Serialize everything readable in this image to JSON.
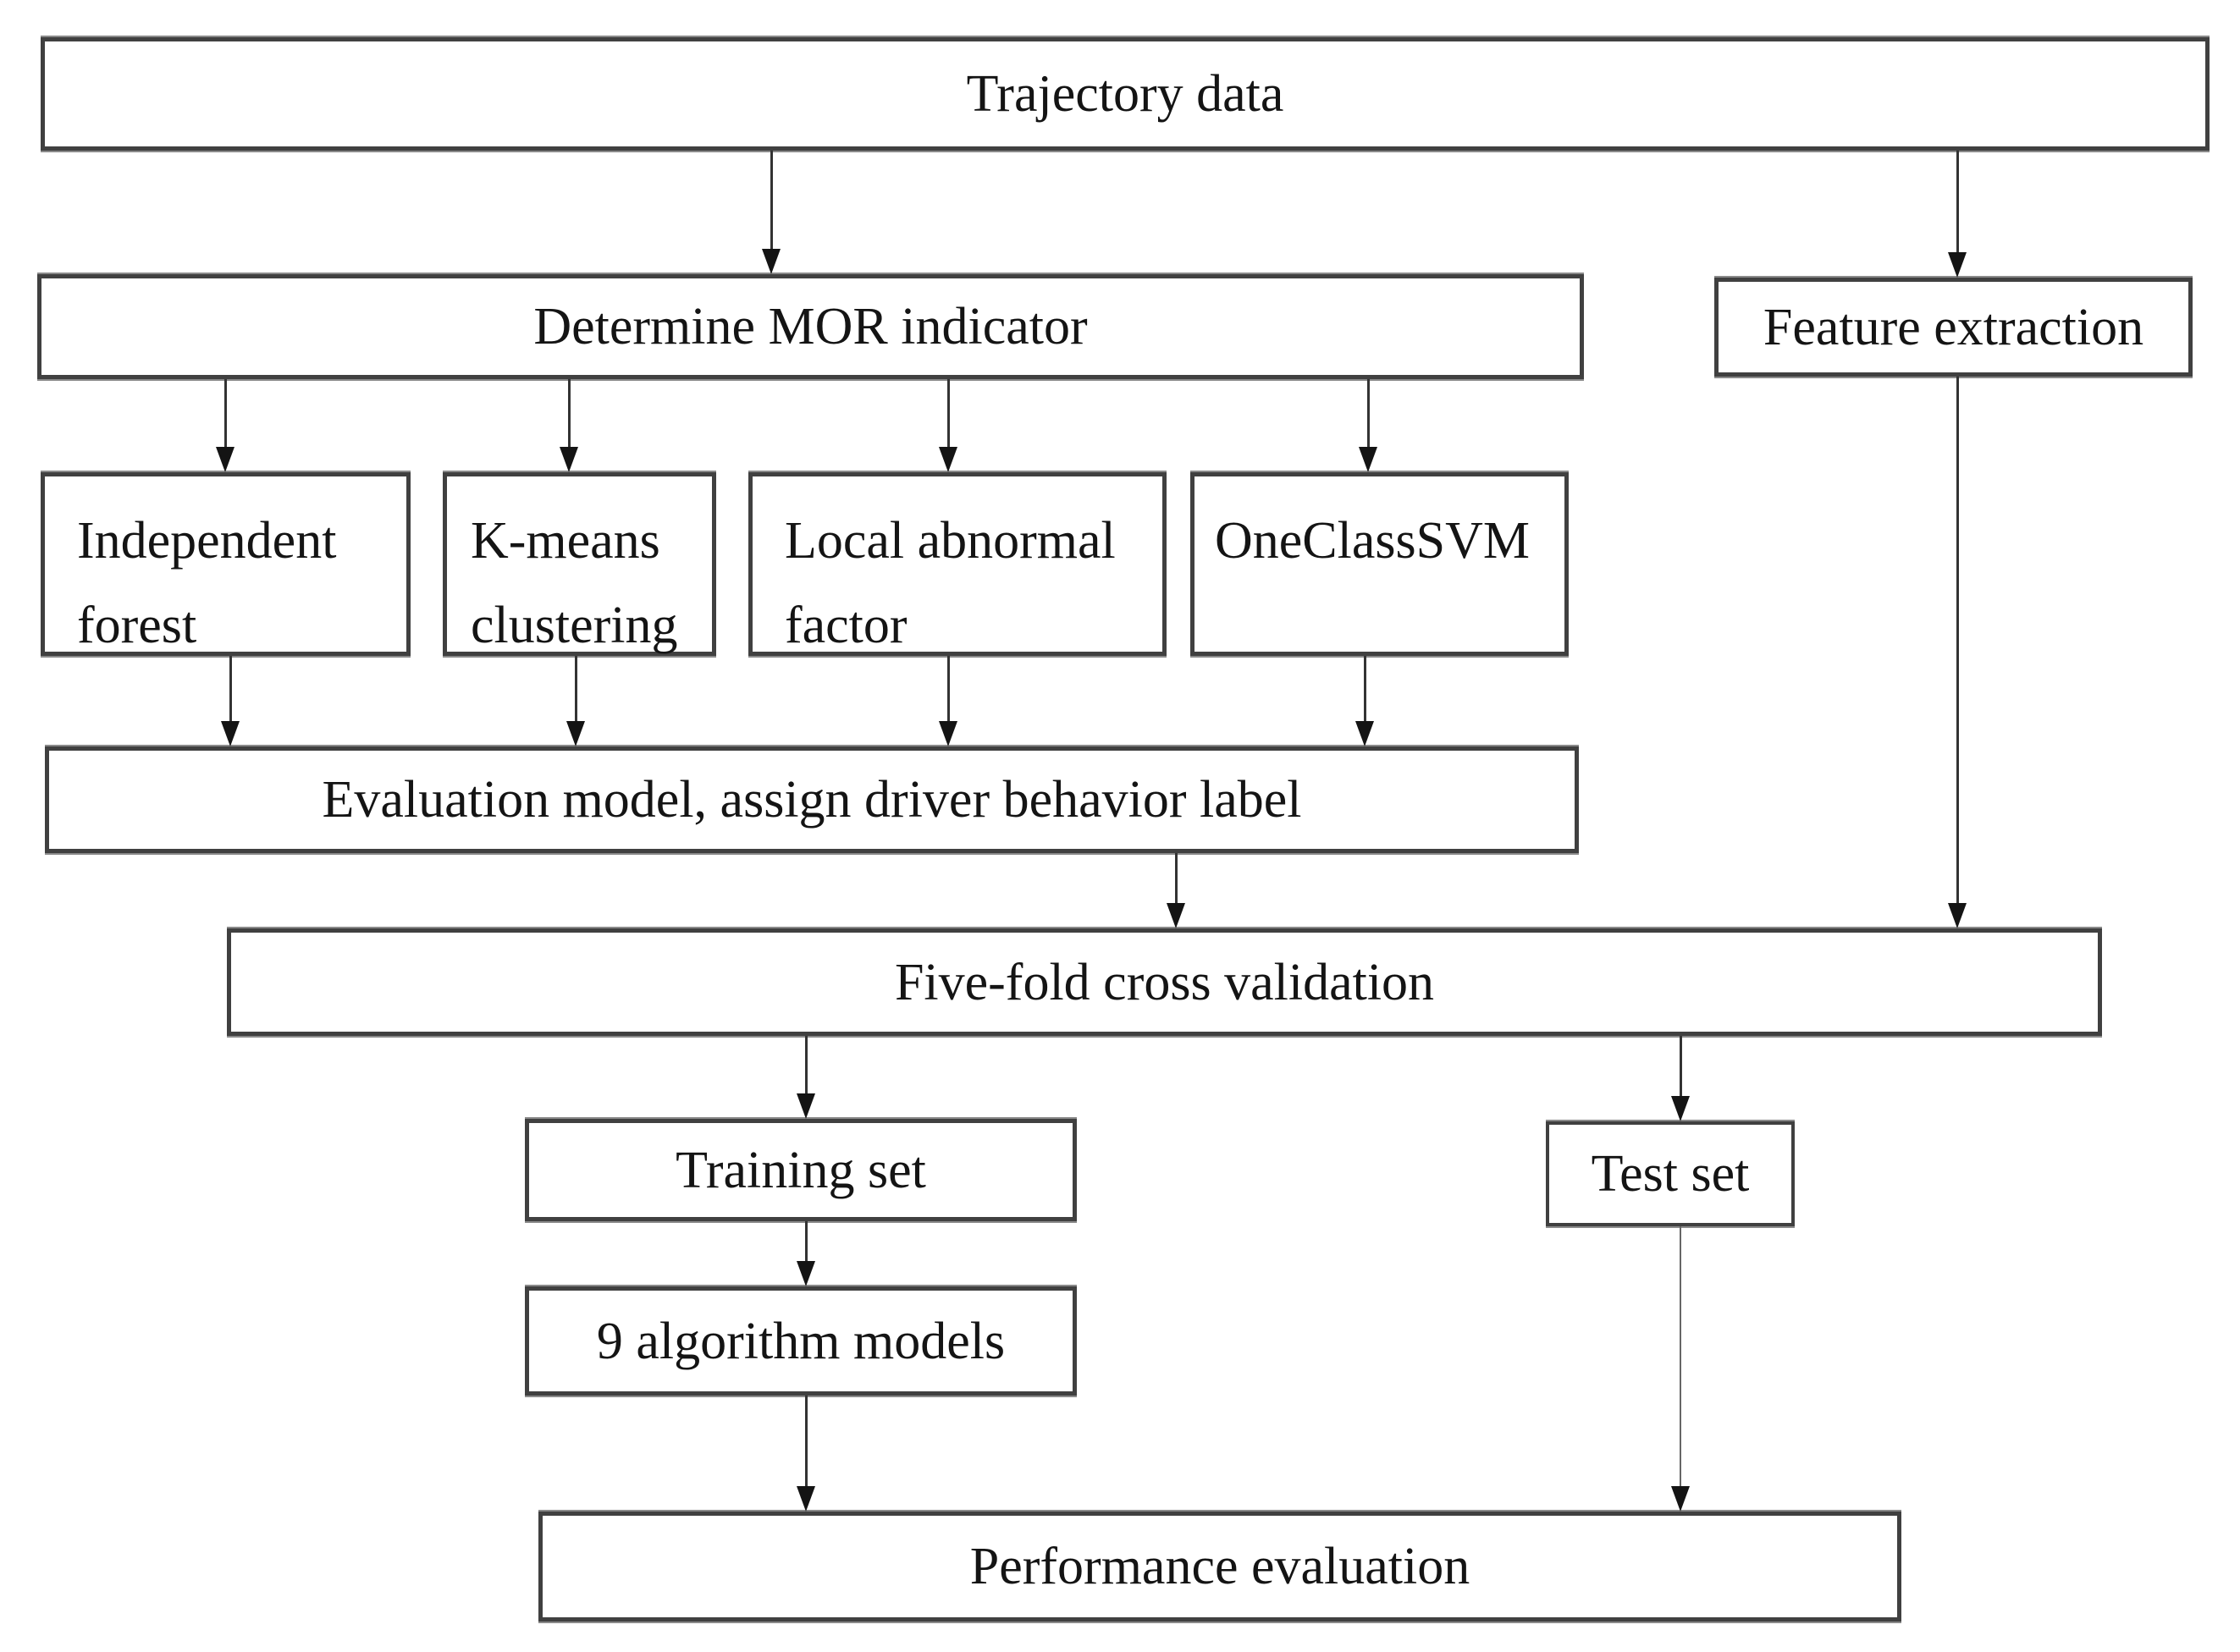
{
  "diagram": {
    "type": "flowchart",
    "nodes": {
      "trajectory_data": "Trajectory data",
      "determine_mor": "Determine MOR indicator",
      "feature_extraction": "Feature extraction",
      "independent_forest": "Independent forest",
      "kmeans_clustering": "K-means clustering",
      "local_abnormal_factor": "Local abnormal factor",
      "oneclasssvm": "OneClassSVM",
      "evaluation_model": "Evaluation model, assign driver behavior label",
      "five_fold": "Five-fold cross validation",
      "training_set": "Training set",
      "test_set": "Test set",
      "nine_algorithm_models": "9 algorithm models",
      "performance_evaluation": "Performance evaluation"
    },
    "edges": [
      {
        "from": "trajectory-data",
        "to": "determine-mor-indicator"
      },
      {
        "from": "trajectory-data",
        "to": "feature-extraction"
      },
      {
        "from": "determine-mor-indicator",
        "to": "independent-forest"
      },
      {
        "from": "determine-mor-indicator",
        "to": "k-means-clustering"
      },
      {
        "from": "determine-mor-indicator",
        "to": "local-abnormal-factor"
      },
      {
        "from": "determine-mor-indicator",
        "to": "oneclasssvm"
      },
      {
        "from": "independent-forest",
        "to": "evaluation-model"
      },
      {
        "from": "k-means-clustering",
        "to": "evaluation-model"
      },
      {
        "from": "local-abnormal-factor",
        "to": "evaluation-model"
      },
      {
        "from": "oneclasssvm",
        "to": "evaluation-model"
      },
      {
        "from": "evaluation-model",
        "to": "five-fold-cross-validation"
      },
      {
        "from": "feature-extraction",
        "to": "five-fold-cross-validation"
      },
      {
        "from": "five-fold-cross-validation",
        "to": "training-set"
      },
      {
        "from": "five-fold-cross-validation",
        "to": "test-set"
      },
      {
        "from": "training-set",
        "to": "nine-algorithm-models"
      },
      {
        "from": "nine-algorithm-models",
        "to": "performance-evaluation"
      },
      {
        "from": "test-set",
        "to": "performance-evaluation"
      }
    ],
    "colors": {
      "background": "#ffffff",
      "box_border": "#404040",
      "text": "#141414",
      "arrow": "#333333"
    }
  }
}
